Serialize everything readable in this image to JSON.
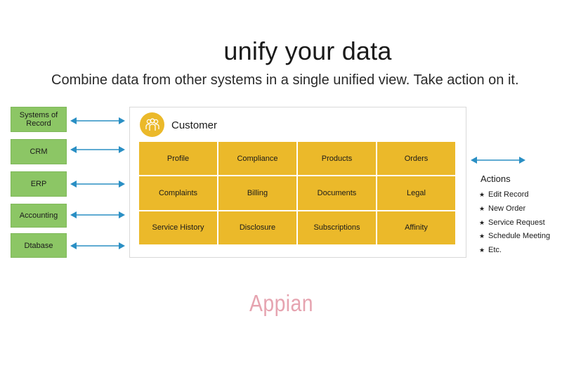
{
  "header": {
    "title": "unify your data",
    "subtitle": "Combine data from other systems in a single unified view. Take action on it."
  },
  "systems": [
    {
      "label": "Systems of Record"
    },
    {
      "label": "CRM"
    },
    {
      "label": "ERP"
    },
    {
      "label": "Accounting"
    },
    {
      "label": "Dtabase"
    }
  ],
  "customer": {
    "label": "Customer",
    "icon": "people-group-icon",
    "tiles": [
      [
        "Profile",
        "Compliance",
        "Products",
        "Orders"
      ],
      [
        "Complaints",
        "Billing",
        "Documents",
        "Legal"
      ],
      [
        "Service History",
        "Disclosure",
        "Subscriptions",
        "Affinity"
      ]
    ]
  },
  "actions": {
    "title": "Actions",
    "items": [
      "Edit Record",
      "New Order",
      "Service Request",
      "Schedule Meeting",
      "Etc."
    ]
  },
  "logo": {
    "text": "Appian"
  },
  "colors": {
    "system_box": "#8cc665",
    "tile": "#ebb92a",
    "arrow": "#2a8fc4",
    "logo": "#e6a4b0"
  }
}
